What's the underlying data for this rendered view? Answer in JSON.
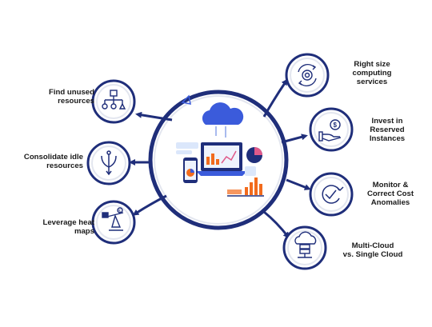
{
  "colors": {
    "navy": "#1f2e7a",
    "blue_mid": "#3b5bdb",
    "blue_light": "#dbe7fb",
    "accent_orange": "#f26b1d",
    "accent_pink": "#e05a8a",
    "grey_ring": "#e3e6ef"
  },
  "center": {
    "icon": "laptop-dashboard-illustration"
  },
  "nodes": [
    {
      "id": "find-unused",
      "icon": "hierarchy-icon",
      "label_lines": [
        "Find unused",
        "resources"
      ]
    },
    {
      "id": "consolidate",
      "icon": "merge-arrows-icon",
      "label_lines": [
        "Consolidate idle",
        "resources"
      ]
    },
    {
      "id": "heatmaps",
      "icon": "scale-heatmap-icon",
      "label_lines": [
        "Leverage heat",
        "maps"
      ]
    },
    {
      "id": "right-size",
      "icon": "gear-cycle-icon",
      "label_lines": [
        "Right size",
        "computing",
        "services"
      ]
    },
    {
      "id": "reserved",
      "icon": "hand-dollar-icon",
      "label_lines": [
        "Invest in",
        "Reserved",
        "Instances"
      ]
    },
    {
      "id": "monitor",
      "icon": "check-clock-icon",
      "label_lines": [
        "Monitor &",
        "Correct Cost",
        "Anomalies"
      ]
    },
    {
      "id": "multicloud",
      "icon": "cloud-server-icon",
      "label_lines": [
        "Multi-Cloud",
        "vs. Single Cloud"
      ]
    }
  ]
}
